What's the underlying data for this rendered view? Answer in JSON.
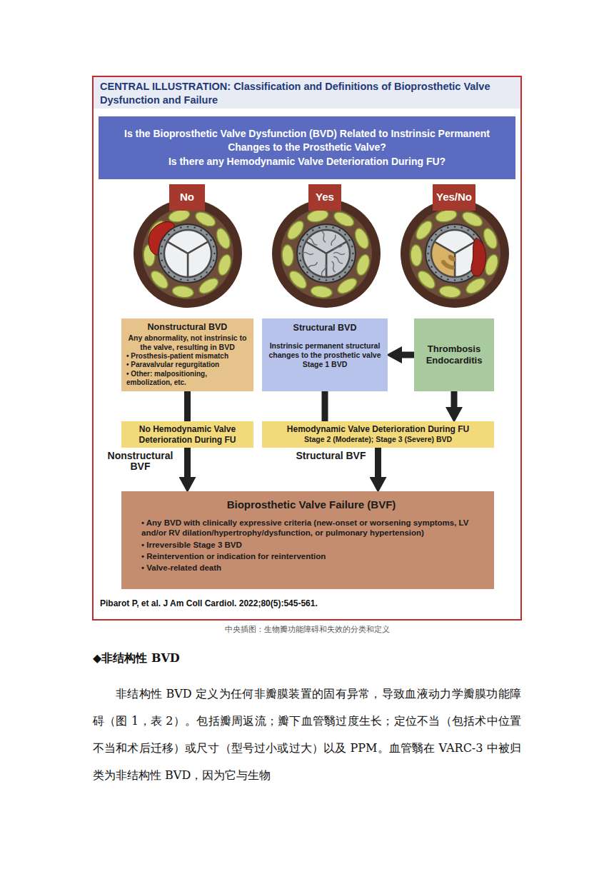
{
  "diagram": {
    "title": "CENTRAL ILLUSTRATION: Classification and Definitions of Bioprosthetic Valve Dysfunction and Failure",
    "caption": "中央插图：生物瓣功能障碍和失效的分类和定义",
    "nodes": [
      {
        "text": [
          "Is the Bioprosthetic Valve Dysfunction (BVD) Related to Instrinsic Permanent Changes to the Prosthetic Valve?",
          "Is there any Hemodynamic Valve Deterioration During FU?"
        ]
      },
      {
        "text": [
          "No"
        ]
      },
      {
        "text": [
          "Yes"
        ]
      },
      {
        "text": [
          "Yes/No"
        ]
      },
      {
        "text": [
          "Nonstructural BVD",
          "Any abnormality, not instrinsic to the valve, resulting in BVD",
          "• Prosthesis-patient mismatch",
          "• Paravalvular regurgitation",
          "• Other: malpositioning, embolization, etc."
        ]
      },
      {
        "text": [
          "Structural BVD",
          "Instrinsic permanent structural changes to the prosthetic valve Stage 1 BVD"
        ]
      },
      {
        "text": [
          "Thrombosis Endocarditis"
        ]
      },
      {
        "text": [
          "No Hemodynamic Valve Deterioration During FU"
        ]
      },
      {
        "text": [
          "Hemodynamic Valve Deterioration During FU",
          "Stage 2 (Moderate); Stage 3 (Severe) BVD"
        ]
      },
      {
        "text": [
          "Bioprosthetic Valve Failure (BVF)",
          "• Any BVD with clinically expressive criteria (new-onset or worsening symptoms, LV and/or RV dilation/hypertrophy/dysfunction, or pulmonary hypertension)",
          "• Irreversible Stage 3 BVD",
          "• Reintervention or indication for reintervention",
          "• Valve-related death"
        ]
      }
    ],
    "edges": [
      {
        "from": 6,
        "to": 5,
        "arrow": "to"
      },
      {
        "from": 4,
        "to": 7,
        "arrow": "none"
      },
      {
        "from": 5,
        "to": 8,
        "arrow": "none"
      },
      {
        "from": 6,
        "to": 8,
        "arrow": "to"
      },
      {
        "from": 7,
        "to": 9,
        "label": "Nonstructural BVF",
        "arrow": "to"
      },
      {
        "from": 8,
        "to": 9,
        "label": "Structural BVF",
        "arrow": "to"
      }
    ],
    "labels": [
      "Pibarot P, et al. J Am Coll Cardiol. 2022;80(5):545-561.",
      "◆非结构性 BVD",
      "非结构性 BVD 定义为任何非瓣膜装置的固有异常，导致血液动力学瓣膜功能障碍（图 1，表 2）。包括瓣周返流；瓣下血管翳过度生长；定位不当（包括术中位置不当和术后迁移）或尺寸（型号过小或过大）以及 PPM。血管翳在 VARC-3 中被归类为非结构性 BVD，因为它与生物"
    ]
  }
}
